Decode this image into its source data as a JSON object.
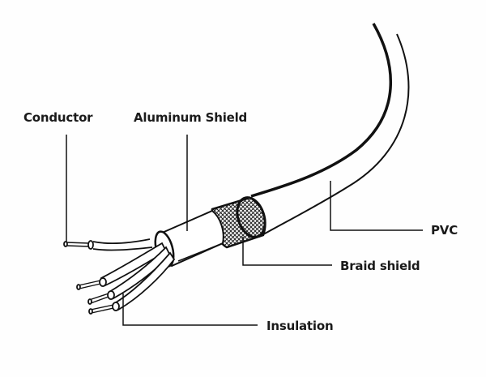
{
  "diagram": {
    "type": "cable-cross-section",
    "stroke_color": "#111111",
    "background": "#ffffff",
    "labels": [
      {
        "id": "conductor",
        "text": "Conductor"
      },
      {
        "id": "aluminum_shield",
        "text": "Aluminum Shield"
      },
      {
        "id": "pvc",
        "text": "PVC"
      },
      {
        "id": "braid_shield",
        "text": "Braid shield"
      },
      {
        "id": "insulation",
        "text": "Insulation"
      }
    ]
  }
}
